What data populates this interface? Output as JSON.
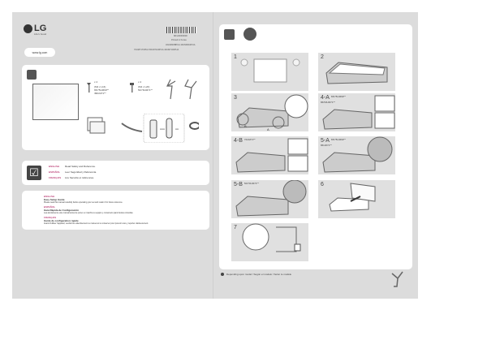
{
  "brand": {
    "logo": "LG",
    "tagline": "Life's Good"
  },
  "header": {
    "barcode_lines": [
      "MFL00000000",
      "Printed in Korea"
    ],
    "models": [
      "32LM630BPUA  43UM6910PUA",
      "70UM7170PUA  50UM7100PUA  43UM7100PUA"
    ],
    "website": "www.lg.com"
  },
  "components": {
    "screw_a": {
      "qty": "x 4",
      "spec": "(M4 x L16)",
      "models": "65/75UM69**\n/86UM71**"
    },
    "screw_b": {
      "qty": "x 4",
      "spec": "(M4 x L20)",
      "models": "50/70UM71**"
    },
    "remote_label_a": "AAA",
    "remote_label_b": "AA"
  },
  "check": {
    "rows": [
      {
        "lang": "ENGLISH",
        "text": "Read Safety and Reference."
      },
      {
        "lang": "ESPAÑOL",
        "text": "Leer Seguridad y Referencia."
      },
      {
        "lang": "FRANÇAIS",
        "text": "Lire Sécurité et références."
      }
    ]
  },
  "quick_guide": [
    {
      "lang": "ENGLISH",
      "title": "Easy Setup Guide",
      "text": "Please read this manual carefully before operating your set and retain it for future reference."
    },
    {
      "lang": "ESPAÑOL",
      "title": "Guía Rápida de Configuración",
      "text": "Lea atentamente este manual antes de poner en marcha su equipo y consérvelo para futuras consultas."
    },
    {
      "lang": "FRANÇAIS",
      "title": "Guide de configuration rapide",
      "text": "Avant d'utiliser l'appareil, veuillez lire attentivement ce manuel et le conserver pour pouvoir vous y reporter ultérieurement."
    }
  ],
  "steps": [
    {
      "num": "1",
      "sub": ""
    },
    {
      "num": "2",
      "sub": ""
    },
    {
      "num": "3",
      "sub": ""
    },
    {
      "num": "4-A",
      "sub": "65/75UM69**\n86/50UM71**"
    },
    {
      "num": "4-B",
      "sub": "70UM71**"
    },
    {
      "num": "5-A",
      "sub": "65/75UM69**\n86UM71**"
    },
    {
      "num": "5-B",
      "sub": "50/70UM71**"
    },
    {
      "num": "6",
      "sub": ""
    },
    {
      "num": "7",
      "sub": ""
    }
  ],
  "step3_labels": [
    "B",
    "A"
  ],
  "footnote": "Depending upon model / Según el modelo / Selon le modèle"
}
